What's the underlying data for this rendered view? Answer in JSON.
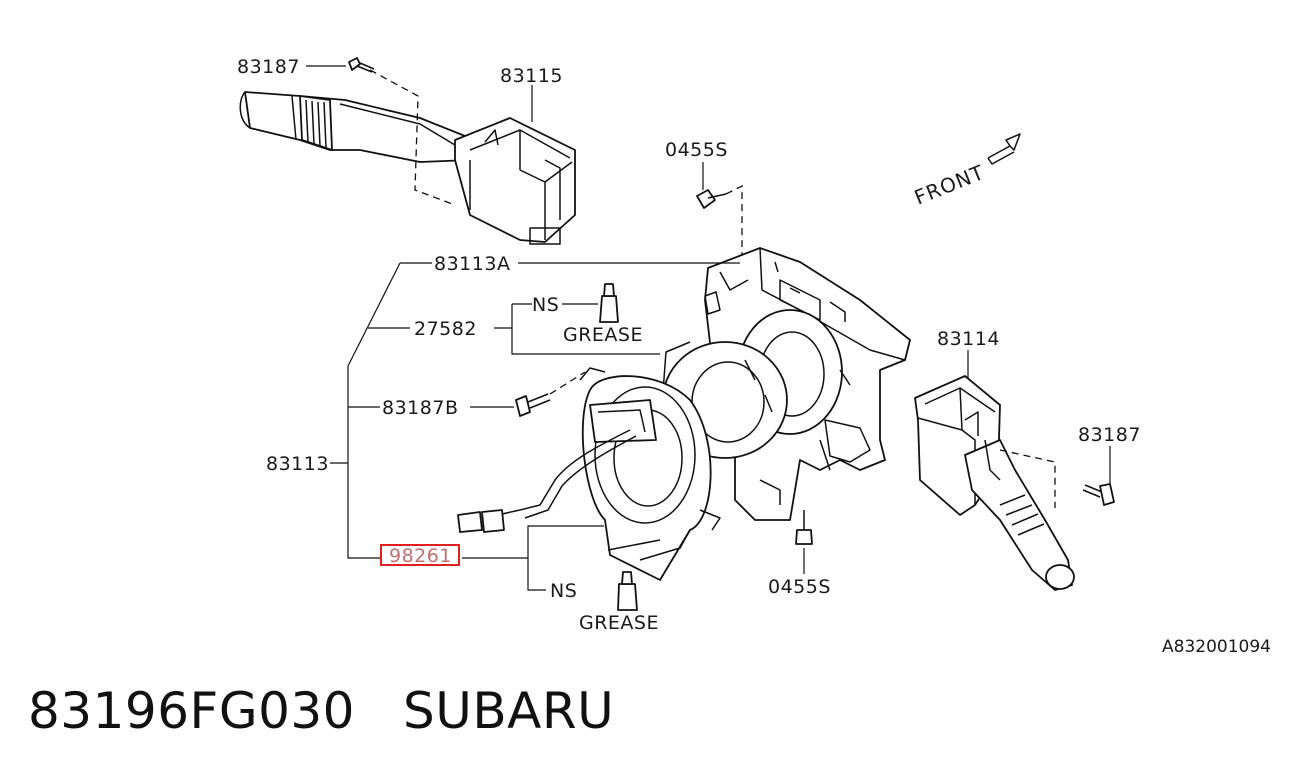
{
  "labels": {
    "screw_top_left": "83187",
    "switch_left": "83115",
    "bolt_top": "0455S",
    "front": "FRONT",
    "body_a": "83113A",
    "ns_top": "NS",
    "grease_top": "GREASE",
    "roll_connector": "27582",
    "switch_right": "83114",
    "screw_b": "83187B",
    "screw_right": "83187",
    "assembly": "83113",
    "highlighted_part": "98261",
    "bolt_bottom": "0455S",
    "ns_bottom": "NS",
    "grease_bottom": "GREASE",
    "diagram_id": "A832001094"
  },
  "caption": {
    "part_number": "83196FG030",
    "brand": "SUBARU"
  },
  "colors": {
    "highlight": "#e02020"
  }
}
